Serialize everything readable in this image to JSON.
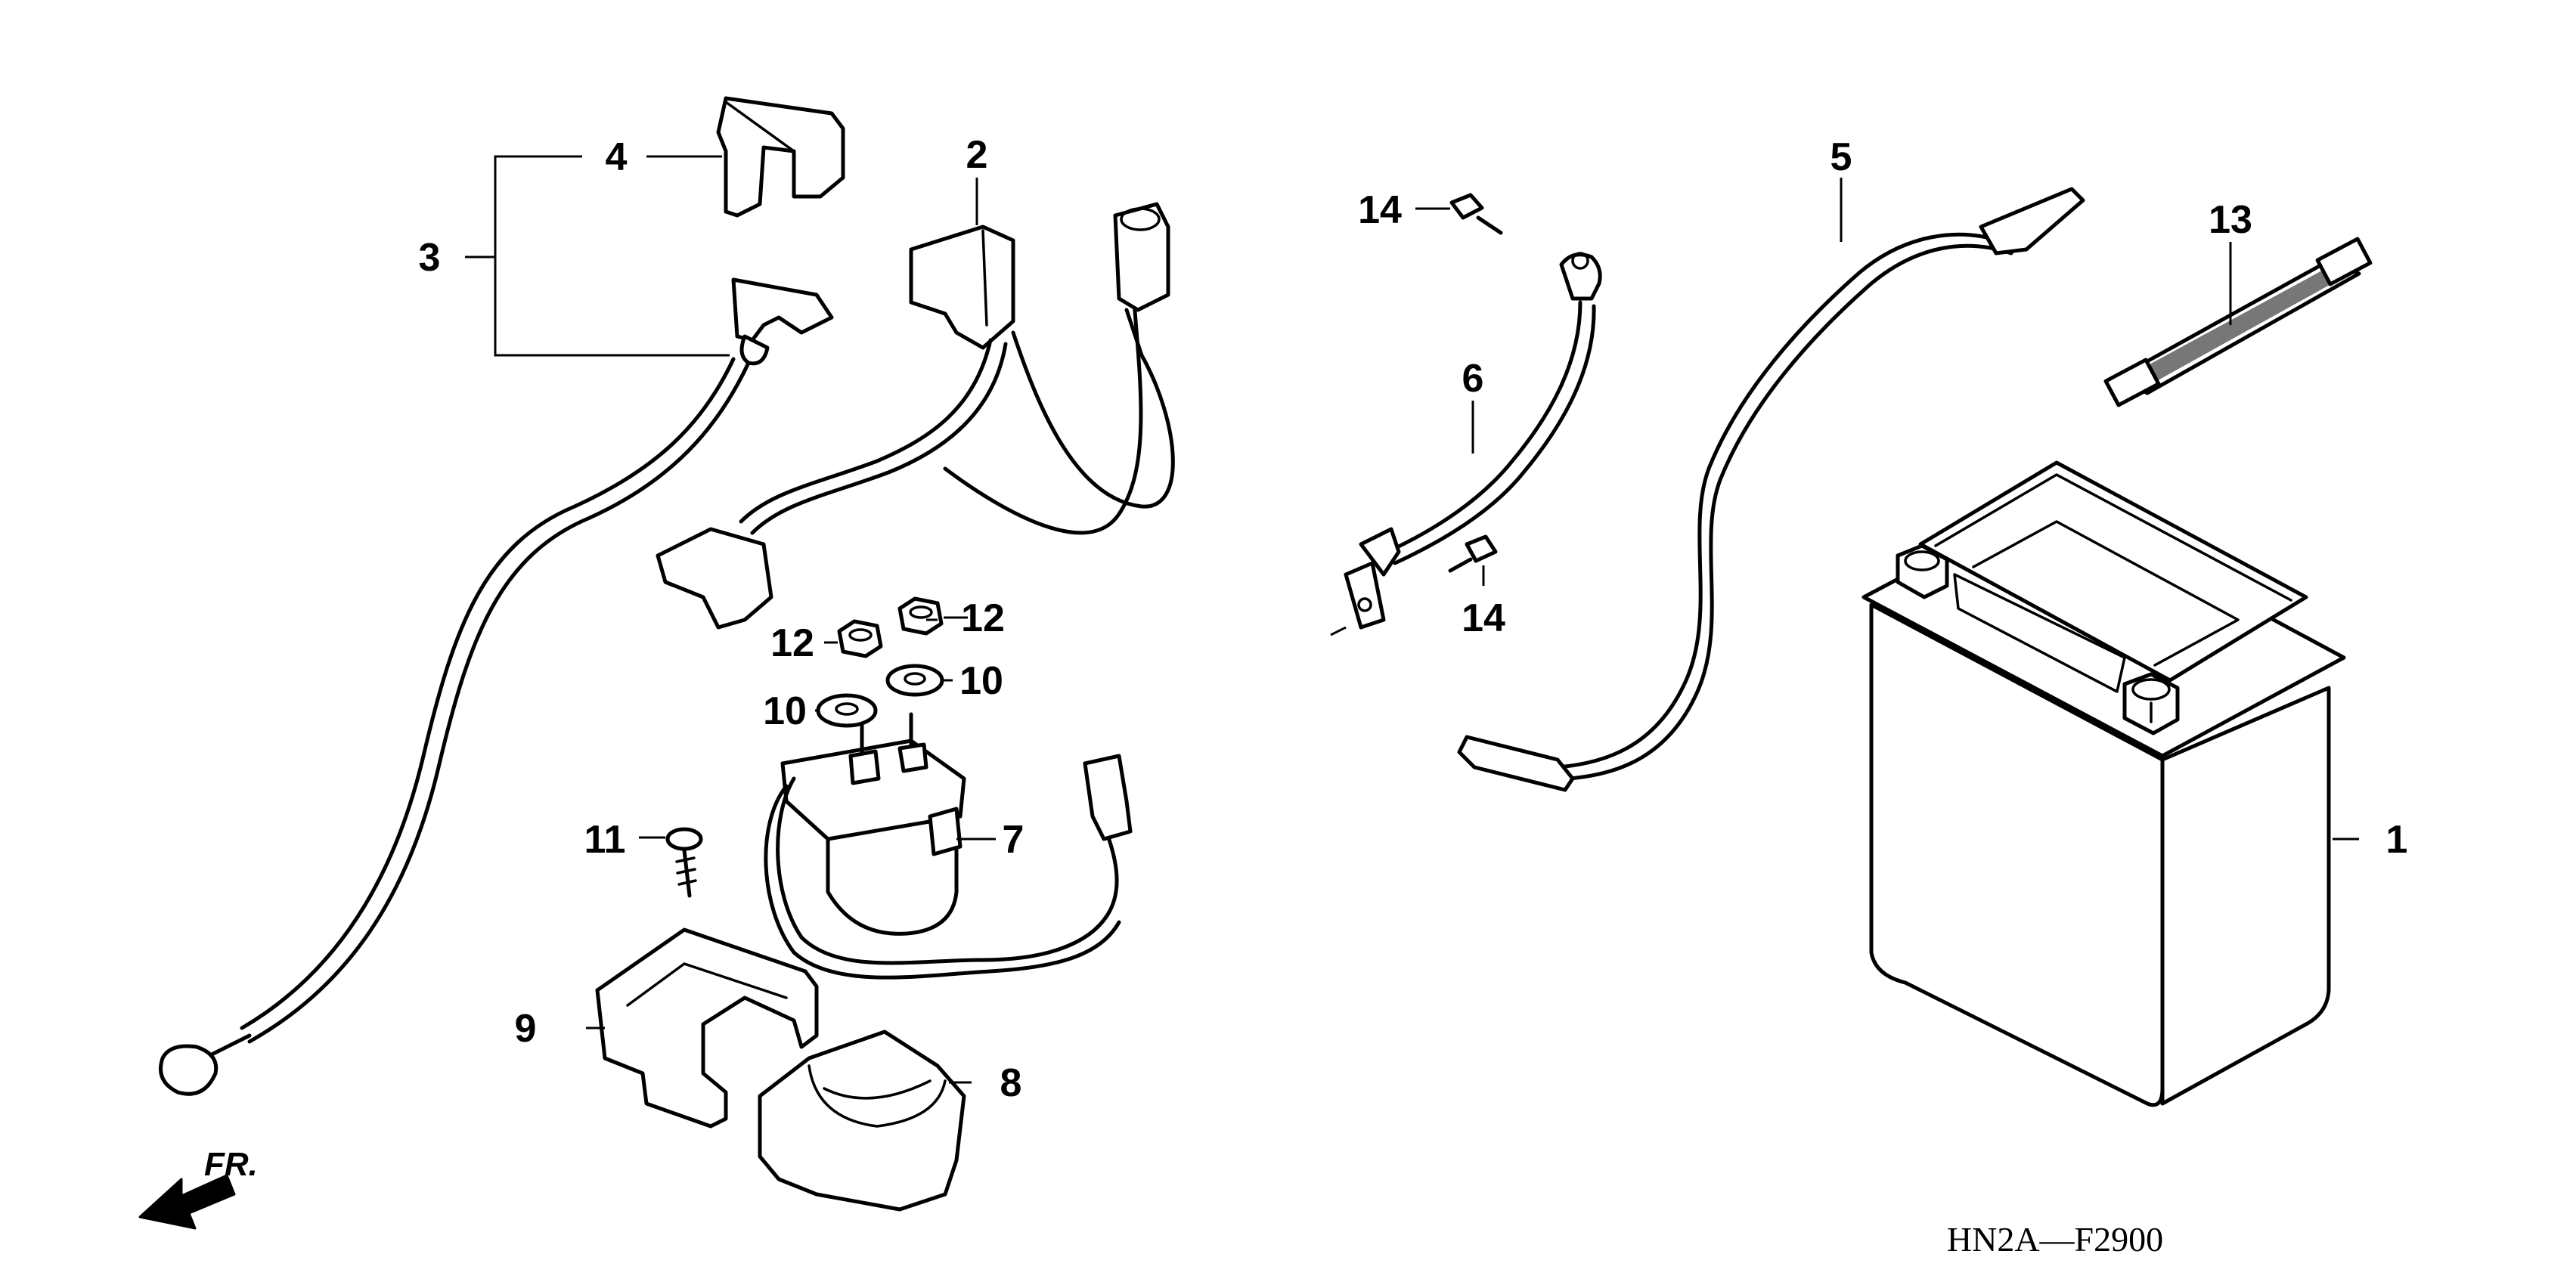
{
  "diagram": {
    "code": "HN2A—F2900",
    "direction_label": "FR.",
    "callouts": [
      {
        "id": "1",
        "text": "1"
      },
      {
        "id": "2",
        "text": "2"
      },
      {
        "id": "3",
        "text": "3"
      },
      {
        "id": "4",
        "text": "4"
      },
      {
        "id": "5",
        "text": "5"
      },
      {
        "id": "6",
        "text": "6"
      },
      {
        "id": "7",
        "text": "7"
      },
      {
        "id": "8",
        "text": "8"
      },
      {
        "id": "9",
        "text": "9"
      },
      {
        "id": "10a",
        "text": "10"
      },
      {
        "id": "10b",
        "text": "10"
      },
      {
        "id": "11",
        "text": "11"
      },
      {
        "id": "12a",
        "text": "12"
      },
      {
        "id": "12b",
        "text": "12"
      },
      {
        "id": "13",
        "text": "13"
      },
      {
        "id": "14a",
        "text": "14"
      },
      {
        "id": "14b",
        "text": "14"
      }
    ]
  }
}
